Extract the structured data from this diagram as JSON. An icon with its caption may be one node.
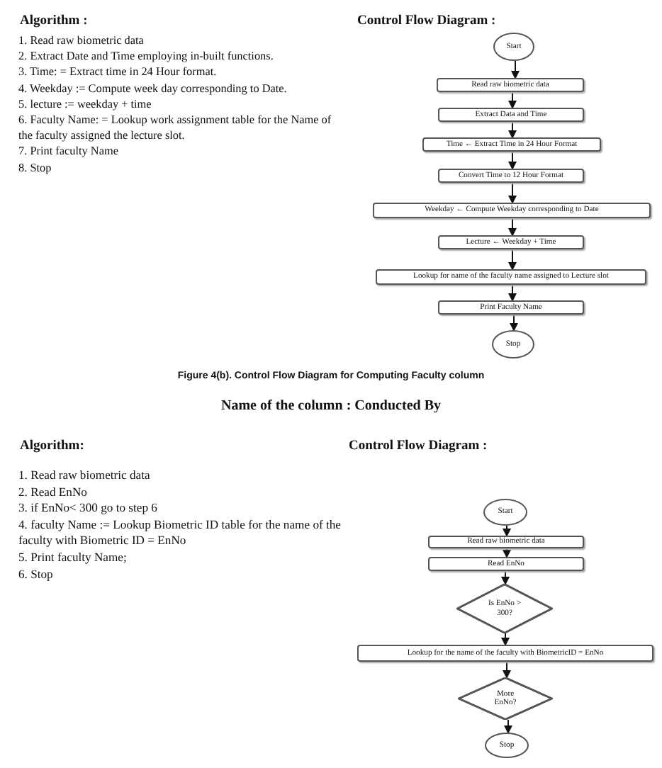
{
  "diagram": {
    "nodes": [
      {
        "text": [
          "Start"
        ]
      },
      {
        "text": [
          "Read raw biometric data"
        ]
      },
      {
        "text": [
          "Extract Data and Time"
        ]
      },
      {
        "text": [
          "Time ← Extract Time in 24 Hour Format"
        ]
      },
      {
        "text": [
          "Convert Time to 12 Hour Format"
        ]
      },
      {
        "text": [
          "Weekday ← Compute Weekday corresponding to Date"
        ]
      },
      {
        "text": [
          "Lecture ← Weekday + Time"
        ]
      },
      {
        "text": [
          "Lookup for name of the faculty name assigned to Lecture slot"
        ]
      },
      {
        "text": [
          "Print Faculty Name"
        ]
      },
      {
        "text": [
          "Stop"
        ]
      },
      {
        "text": [
          "Start"
        ]
      },
      {
        "text": [
          "Read raw biometric data"
        ]
      },
      {
        "text": [
          "Read EnNo"
        ]
      },
      {
        "text": [
          "Is EnNo > 300?"
        ]
      },
      {
        "text": [
          "Lookup for the name of the faculty with BiometricID = EnNo"
        ]
      },
      {
        "text": [
          "More EnNo?"
        ]
      },
      {
        "text": [
          "Stop"
        ]
      }
    ],
    "edges": [
      {
        "from": 0,
        "to": 1,
        "arrow": "to"
      },
      {
        "from": 1,
        "to": 2,
        "arrow": "to"
      },
      {
        "from": 2,
        "to": 3,
        "arrow": "to"
      },
      {
        "from": 3,
        "to": 4,
        "arrow": "to"
      },
      {
        "from": 4,
        "to": 5,
        "arrow": "to"
      },
      {
        "from": 5,
        "to": 6,
        "arrow": "to"
      },
      {
        "from": 6,
        "to": 7,
        "arrow": "to"
      },
      {
        "from": 7,
        "to": 8,
        "arrow": "to"
      },
      {
        "from": 8,
        "to": 9,
        "arrow": "to"
      },
      {
        "from": 10,
        "to": 11,
        "arrow": "to"
      },
      {
        "from": 11,
        "to": 12,
        "arrow": "to"
      },
      {
        "from": 12,
        "to": 13,
        "arrow": "to"
      },
      {
        "from": 13,
        "to": 14,
        "arrow": "to"
      },
      {
        "from": 14,
        "to": 15,
        "arrow": "to"
      },
      {
        "from": 15,
        "to": 16,
        "arrow": "to"
      }
    ],
    "labels": [
      "Algorithm :",
      "Control Flow Diagram :",
      "1. Read raw biometric data",
      "2. Extract Date and Time employing in-built functions.",
      "3. Time: = Extract time in 24 Hour format.",
      "4. Weekday := Compute week day corresponding to Date.",
      "5. lecture := weekday + time",
      "6. Faculty Name: = Lookup work assignment table for the Name of the faculty assigned the lecture slot.",
      "7. Print faculty Name",
      "8. Stop",
      "Figure 4(b). Control Flow Diagram for Computing Faculty column",
      "Name of the column : Conducted By",
      "Algorithm:",
      "Control Flow Diagram :",
      "1. Read raw biometric data",
      "2. Read EnNo",
      "3. if EnNo< 300 go to step 6",
      "4. faculty Name := Lookup Biometric ID table for the name of the faculty with Biometric ID = EnNo",
      "5. Print faculty Name;",
      "6. Stop"
    ]
  }
}
